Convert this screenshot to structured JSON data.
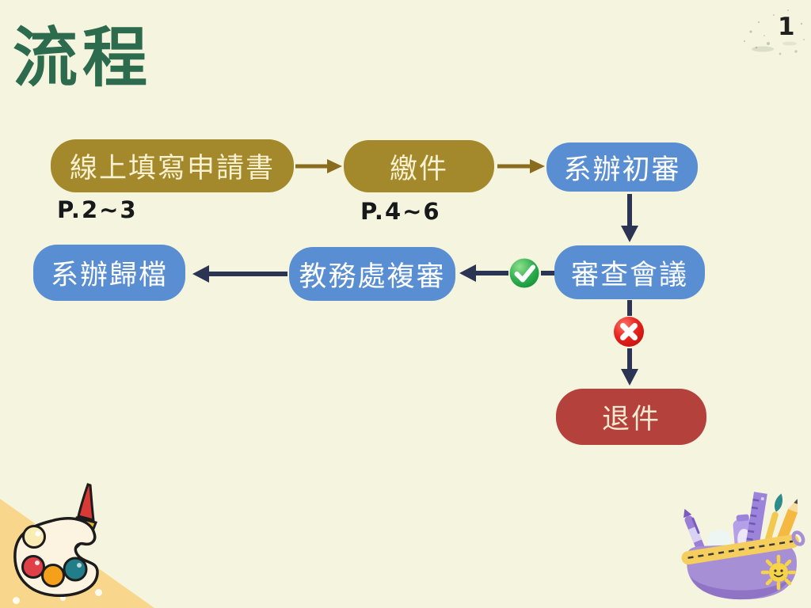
{
  "page": {
    "title": "流程",
    "page_number": "1"
  },
  "flowchart": {
    "nodes": {
      "online": {
        "label": "線上填寫申請書",
        "note": "P.2~3",
        "color": "#a3892b"
      },
      "submit": {
        "label": "繳件",
        "note": "P.4~6",
        "color": "#a3892b"
      },
      "initial_review": {
        "label": "系辦初審",
        "color": "#5a8ed2"
      },
      "meeting": {
        "label": "審查會議",
        "color": "#5a8ed2"
      },
      "final_review": {
        "label": "教務處複審",
        "color": "#5a8ed2"
      },
      "archive": {
        "label": "系辦歸檔",
        "color": "#5a8ed2"
      },
      "reject": {
        "label": "退件",
        "color": "#b5413c"
      }
    },
    "edges": [
      {
        "from": "online",
        "to": "submit",
        "color": "#8a6c1e"
      },
      {
        "from": "submit",
        "to": "initial_review",
        "color": "#8a6c1e"
      },
      {
        "from": "initial_review",
        "to": "meeting",
        "color": "#2b3453"
      },
      {
        "from": "meeting",
        "to": "final_review",
        "color": "#2b3453",
        "badge": "check-circle-icon"
      },
      {
        "from": "final_review",
        "to": "archive",
        "color": "#2b3453"
      },
      {
        "from": "meeting",
        "to": "reject",
        "color": "#2b3453",
        "badge": "x-circle-icon"
      }
    ]
  },
  "colors": {
    "background": "#f5f4de",
    "title_green": "#2d6b4e",
    "approve_badge_green": "#2fae4e",
    "reject_badge_red": "#e8231d",
    "corner_triangle_orange": "#f8d78c"
  }
}
